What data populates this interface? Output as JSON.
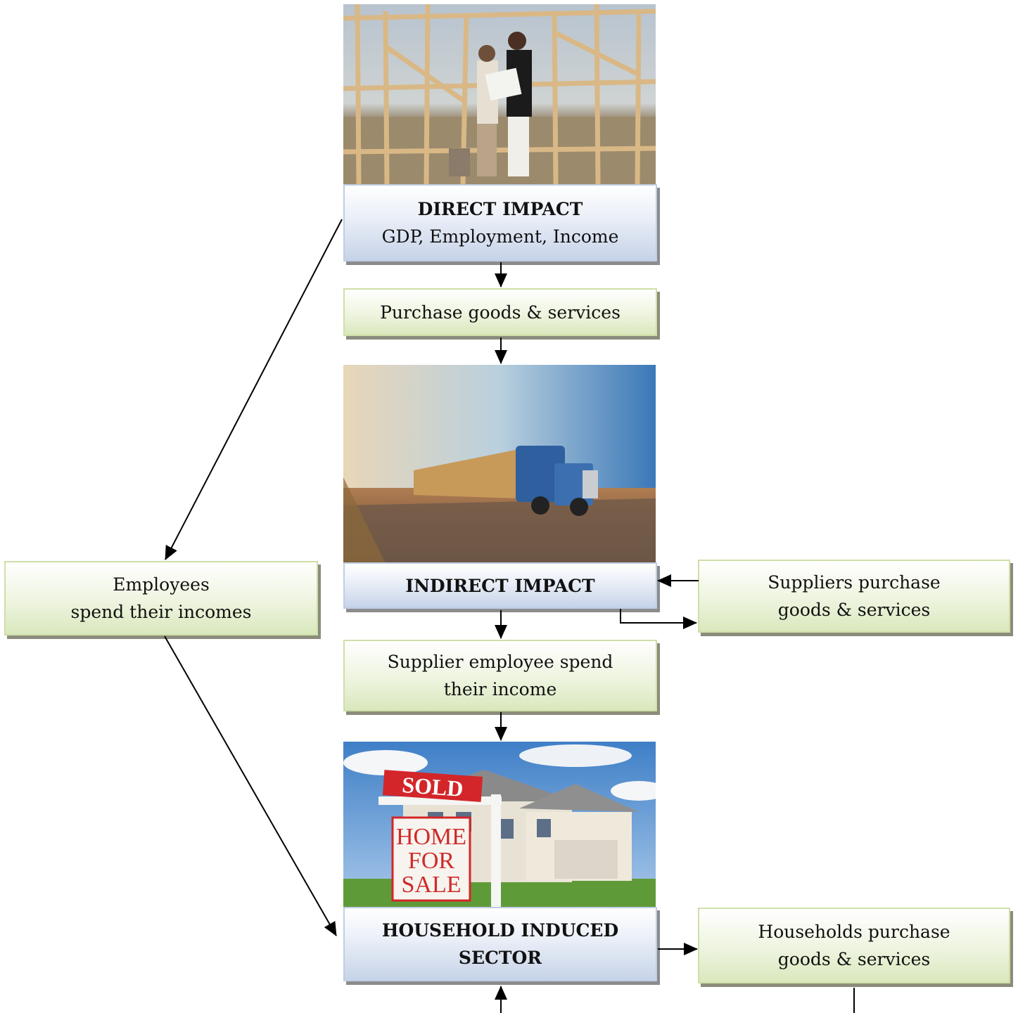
{
  "direct": {
    "title": "DIRECT IMPACT",
    "subtitle": "GDP, Employment, Income"
  },
  "purchase": {
    "text": "Purchase goods & services"
  },
  "indirect": {
    "title": "INDIRECT IMPACT"
  },
  "suppliers_purchase": {
    "line1": "Suppliers purchase",
    "line2": "goods & services"
  },
  "employees": {
    "line1": "Employees",
    "line2": "spend their incomes"
  },
  "supplier_employee": {
    "line1": "Supplier employee spend",
    "line2": "their income"
  },
  "household": {
    "line1": "HOUSEHOLD INDUCED",
    "line2": "SECTOR"
  },
  "households_purchase": {
    "line1": "Households purchase",
    "line2": "goods & services"
  },
  "sign": {
    "sold": "SOLD",
    "line1": "HOME",
    "line2": "FOR",
    "line3": "SALE"
  },
  "colors": {
    "green_box": "#e4efcf",
    "blue_box": "#d8e1f0",
    "arrow": "#000000"
  }
}
